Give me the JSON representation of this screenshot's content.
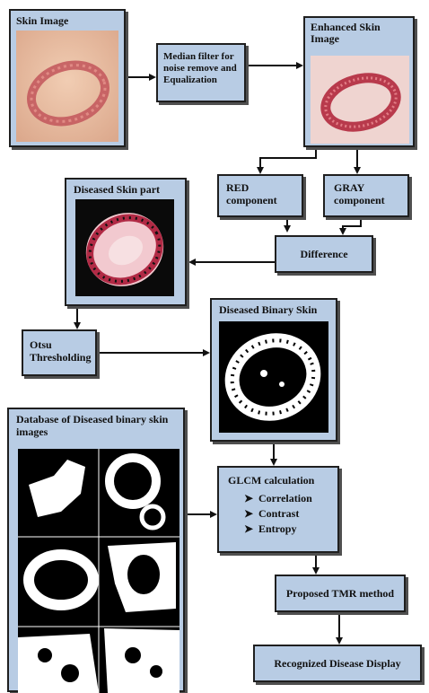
{
  "nodes": {
    "skin_image": "Skin Image",
    "median_filter": "Median filter for noise remove and Equalization",
    "enhanced": "Enhanced Skin Image",
    "red": "RED component",
    "gray": "GRAY component",
    "difference": "Difference",
    "diseased_part": "Diseased Skin part",
    "otsu": "Otsu Thresholding",
    "binary_skin": "Diseased Binary Skin",
    "database": "Database of Diseased binary skin images",
    "glcm_title": "GLCM calculation",
    "glcm_items": [
      "Correlation",
      "Contrast",
      "Entropy"
    ],
    "tmr": "Proposed TMR method",
    "recognized": "Recognized Disease Display"
  },
  "colors": {
    "box_fill": "#b8cce4",
    "border": "#1f1f1f",
    "skin": "#e9c2a6",
    "lesion": "#c2555a"
  },
  "icons": {
    "bullet": "arrowhead-bullet-icon"
  }
}
